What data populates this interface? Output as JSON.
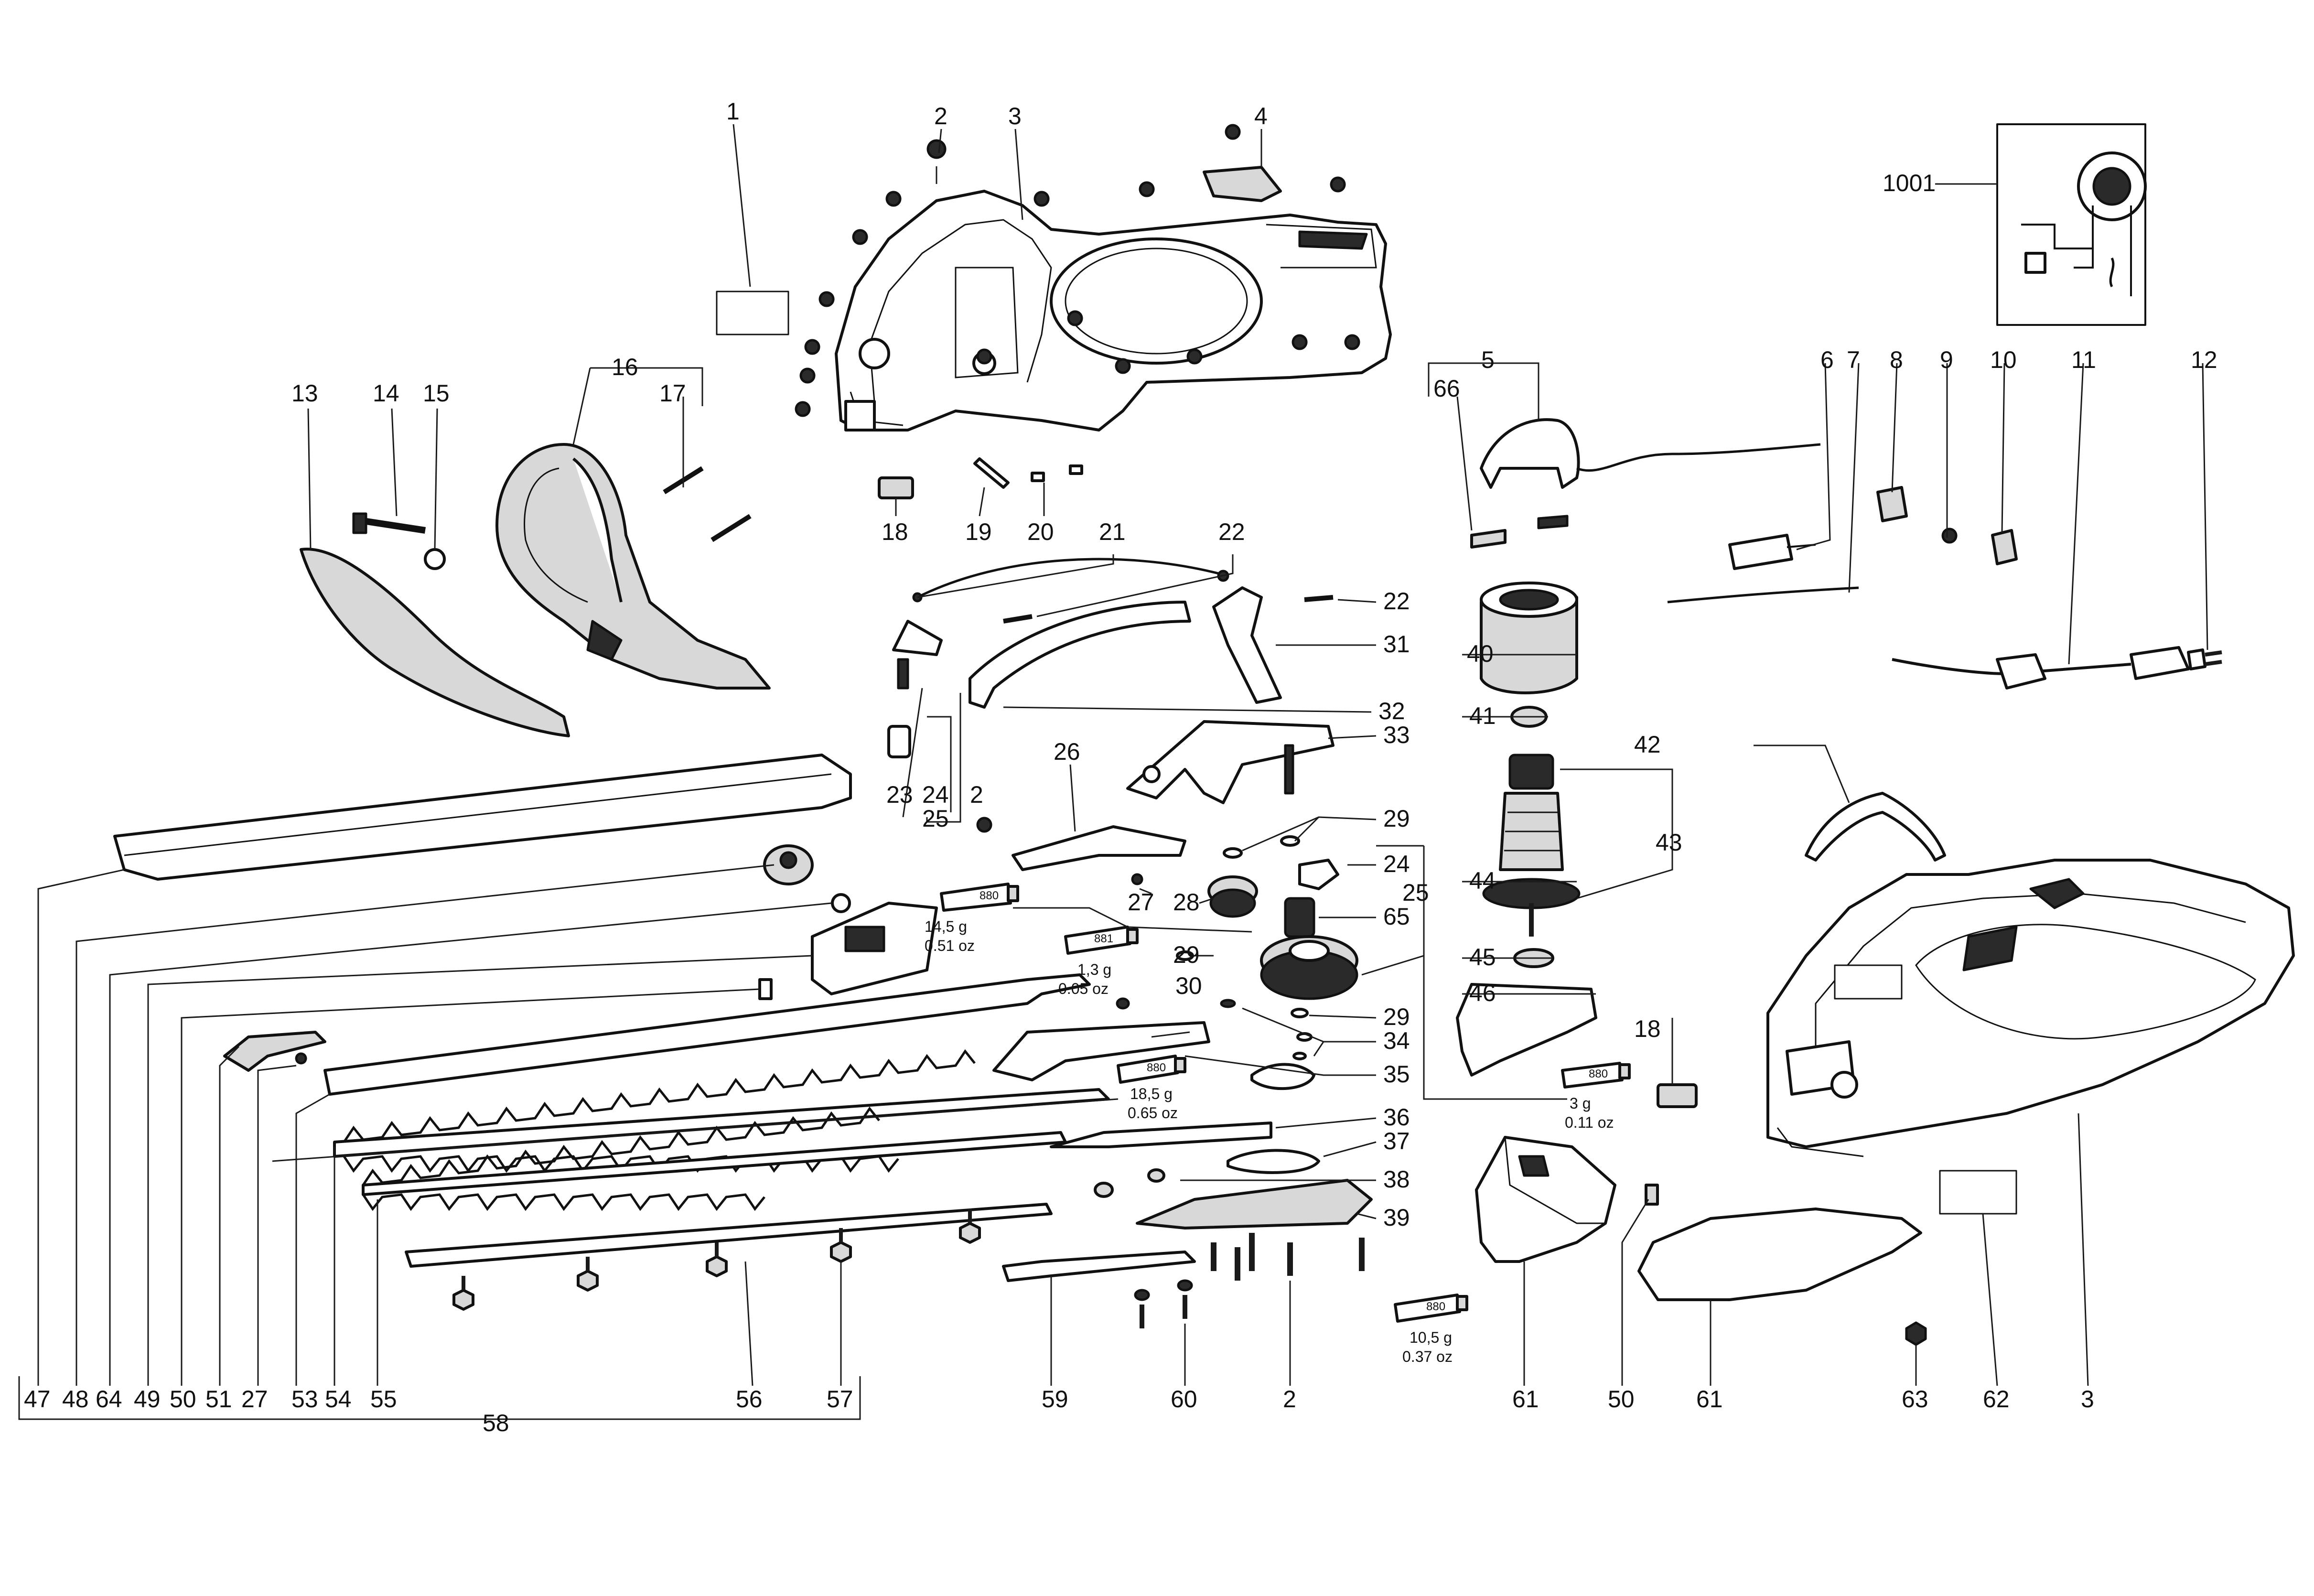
{
  "diagram": {
    "part_numbers": [
      "1",
      "2",
      "3",
      "4",
      "5",
      "6",
      "7",
      "8",
      "9",
      "10",
      "11",
      "12",
      "13",
      "14",
      "15",
      "16",
      "17",
      "18",
      "19",
      "20",
      "21",
      "22",
      "23",
      "24",
      "25",
      "26",
      "27",
      "28",
      "29",
      "30",
      "31",
      "32",
      "33",
      "34",
      "35",
      "36",
      "37",
      "38",
      "39",
      "40",
      "41",
      "42",
      "43",
      "44",
      "45",
      "46",
      "47",
      "48",
      "49",
      "50",
      "51",
      "53",
      "54",
      "55",
      "56",
      "57",
      "58",
      "59",
      "60",
      "61",
      "62",
      "63",
      "64",
      "65",
      "66",
      "1001"
    ],
    "grease": [
      {
        "code": "880",
        "amount": "14,5 g",
        "amount_oz": "0.51 oz"
      },
      {
        "code": "881",
        "amount": "1,3 g",
        "amount_oz": "0.05 oz"
      },
      {
        "code": "880",
        "amount": "18,5 g",
        "amount_oz": "0.65 oz"
      },
      {
        "code": "880",
        "amount": "3 g",
        "amount_oz": "0.11 oz"
      },
      {
        "code": "880",
        "amount": "10,5 g",
        "amount_oz": "0.37 oz"
      }
    ]
  }
}
